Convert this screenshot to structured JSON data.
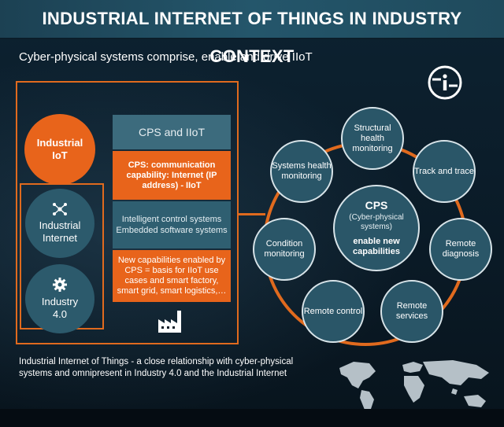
{
  "header": {
    "title": "INDUSTRIAL INTERNET OF THINGS IN INDUSTRY CONTEXT",
    "subtitle": "Cyber-physical systems comprise, enable and drive IIoT"
  },
  "brand": {
    "logo_icon": "i-scoop-logo-icon"
  },
  "left": {
    "circles": {
      "iiot": {
        "line1": "Industrial",
        "line2": "IoT"
      },
      "internet": {
        "line1": "Industrial",
        "line2": "Internet",
        "icon": "network-icon"
      },
      "industry": {
        "line1": "Industry",
        "line2": "4.0",
        "icon": "gear-icon"
      }
    },
    "column": {
      "header": "CPS and IIoT",
      "cps_box": "CPS: communication capability: Internet (IP address) - IIoT",
      "control_box": {
        "line1": "Intelligent control systems",
        "line2": "Embedded software systems"
      },
      "capabilities_box": "New capabilities enabled by CPS = basis for IIoT use cases and smart factory, smart grid, smart logistics,…",
      "factory_icon": "factory-icon"
    }
  },
  "ring": {
    "center": {
      "title": "CPS",
      "subtitle": "(Cyber-physical systems)",
      "enable": "enable new capabilities"
    },
    "nodes": {
      "structural": "Structural health monitoring",
      "track": "Track and trace",
      "diagnosis": "Remote diagnosis",
      "services": "Remote services",
      "control": "Remote control",
      "condition": "Condition monitoring",
      "systems": "Systems health monitoring"
    }
  },
  "footer": {
    "caption": "Industrial Internet of Things - a close relationship with cyber-physical systems and omnipresent in Industry 4.0 and the Industrial Internet",
    "map_icon": "world-map-icon"
  },
  "colors": {
    "accent": "#e8641b",
    "node_fill": "#2a5668",
    "background": "#0a1a26",
    "title_bar": "#24566b"
  }
}
